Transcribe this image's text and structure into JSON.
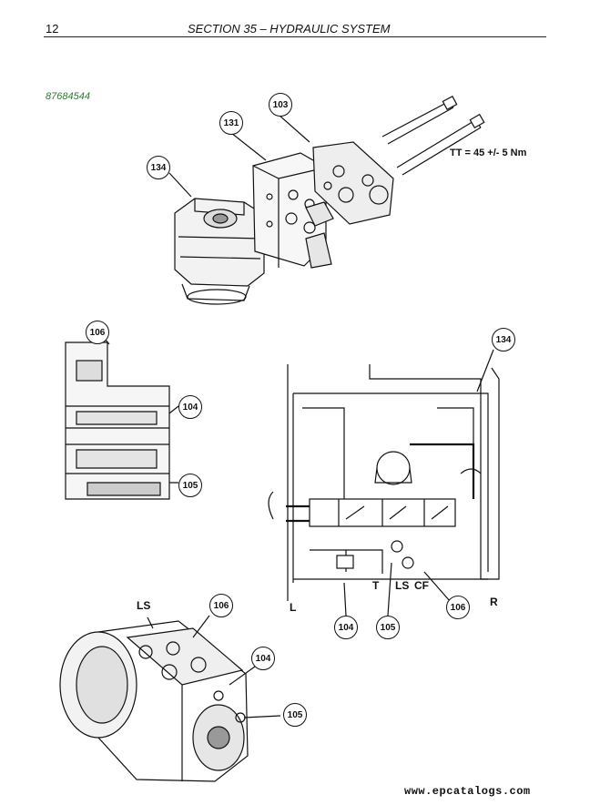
{
  "header": {
    "page_number": "12",
    "section_title": "SECTION 35 – HYDRAULIC SYSTEM"
  },
  "figure_ref": "87684544",
  "top_figure": {
    "callouts": [
      "103",
      "131",
      "134"
    ],
    "torque_label": "TT = 45 +/- 5 Nm"
  },
  "section_figure": {
    "callouts": [
      "106",
      "104",
      "105"
    ]
  },
  "schematic": {
    "callouts": [
      "134",
      "104",
      "105",
      "106"
    ],
    "labels": {
      "L": "L",
      "T": "T",
      "LS": "LS",
      "CF": "CF",
      "R": "R"
    }
  },
  "bottom_figure": {
    "label_ls": "LS",
    "callouts": [
      "106",
      "104",
      "105"
    ]
  },
  "footer": {
    "watermark": "www.epcatalogs.com"
  }
}
